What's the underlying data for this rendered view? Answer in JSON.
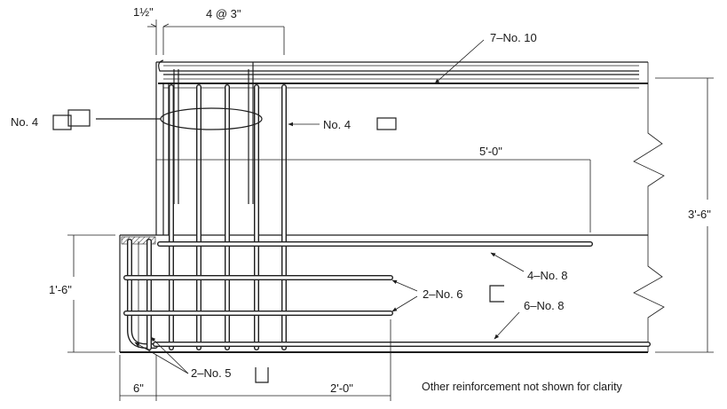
{
  "labels": {
    "cover_dim": "1½\"",
    "stirrup_spacing": "4 @ 3\"",
    "top_bars": "7–No. 10",
    "ties_left": "No. 4",
    "ties_right": "No. 4",
    "development_length": "5'-0\"",
    "overall_depth": "3'-6\"",
    "beam_depth": "1'-6\"",
    "mid_bars_upper": "4–No. 8",
    "mid_bars_lower": "2–No. 6",
    "bottom_bars": "6–No. 8",
    "hook_bars": "2–No. 5",
    "edge_dim": "6\"",
    "extension_dim": "2'-0\""
  },
  "note": "Other reinforcement not shown for clarity"
}
